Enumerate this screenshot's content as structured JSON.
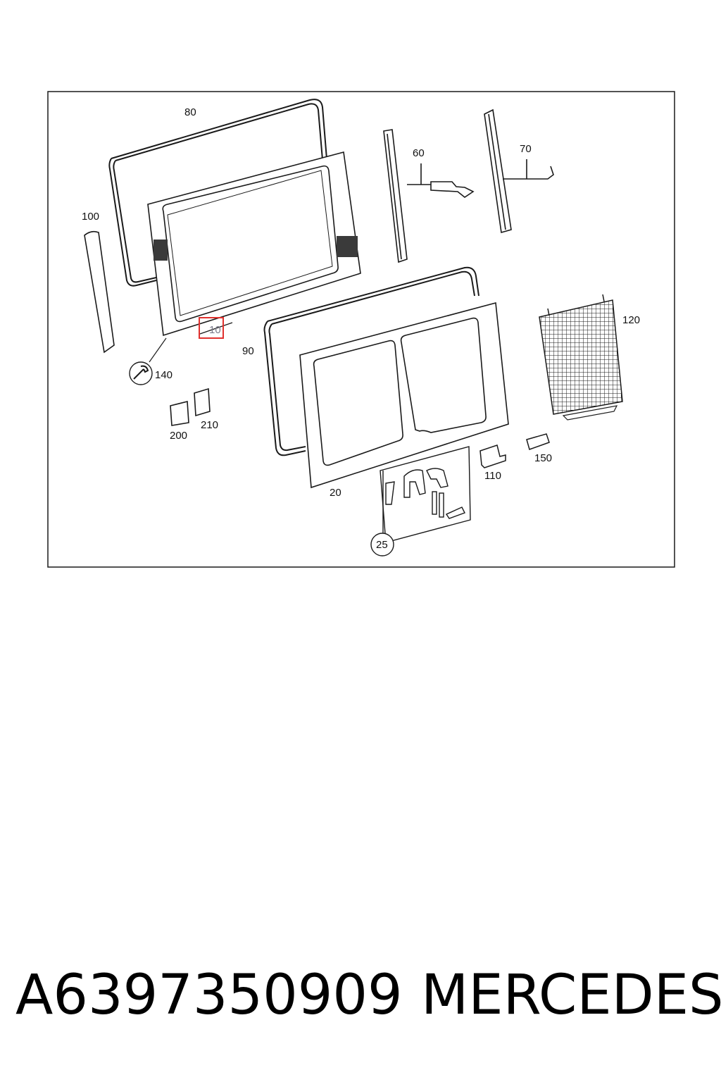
{
  "diagram": {
    "callouts": {
      "c10": "10",
      "c20": "20",
      "c25": "25",
      "c60": "60",
      "c70": "70",
      "c80": "80",
      "c90": "90",
      "c100": "100",
      "c110": "110",
      "c120": "120",
      "c140": "140",
      "c150": "150",
      "c200": "200",
      "c210": "210"
    },
    "highlight_color": "#e0312e",
    "line_color": "#1a1a1a",
    "icons": {
      "wrench": "wrench-icon"
    }
  },
  "footer": {
    "part_number": "A6397350909",
    "brand": "MERCEDES"
  }
}
